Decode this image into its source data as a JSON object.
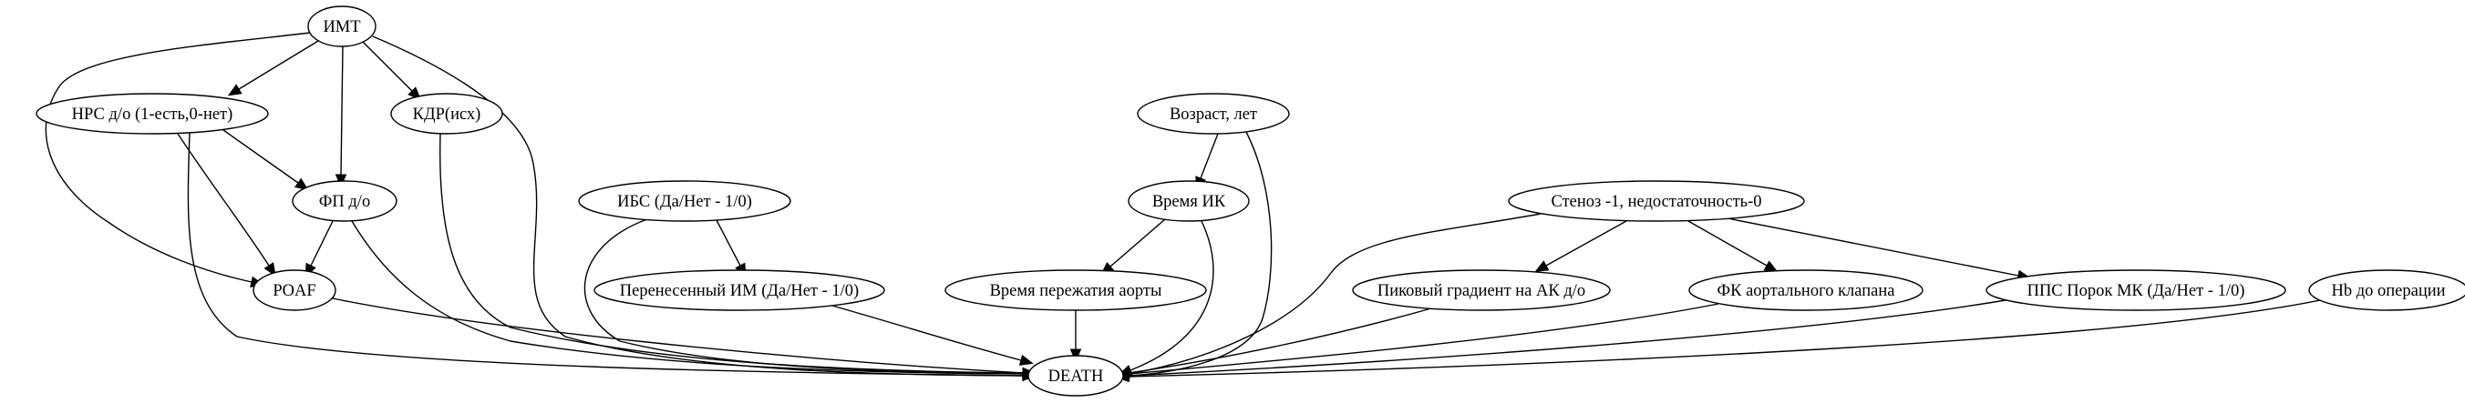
{
  "graph": {
    "nodes": [
      {
        "id": "imt",
        "label": "ИМТ"
      },
      {
        "id": "nrs",
        "label": "НРС д/о  (1-есть,0-нет)"
      },
      {
        "id": "kdr",
        "label": "КДР(исх)"
      },
      {
        "id": "fp",
        "label": "ФП д/о"
      },
      {
        "id": "poaf",
        "label": "POAF"
      },
      {
        "id": "ibs",
        "label": "ИБС (Да/Нет - 1/0)"
      },
      {
        "id": "im",
        "label": "Перенесенный ИМ (Да/Нет - 1/0)"
      },
      {
        "id": "age",
        "label": "Возраст, лет"
      },
      {
        "id": "ik",
        "label": "Время ИК"
      },
      {
        "id": "clamp",
        "label": "Время пережатия аорты"
      },
      {
        "id": "stenosis",
        "label": "Стеноз -1, недостаточность-0"
      },
      {
        "id": "grad",
        "label": "Пиковый градиент на АК д/о"
      },
      {
        "id": "fk",
        "label": "ФК аортального клапана"
      },
      {
        "id": "pps",
        "label": "ППС Порок МК (Да/Нет - 1/0)"
      },
      {
        "id": "hb",
        "label": "Hb до операции"
      },
      {
        "id": "death",
        "label": "DEATH"
      }
    ],
    "edges": [
      {
        "from": "imt",
        "to": "nrs"
      },
      {
        "from": "imt",
        "to": "kdr"
      },
      {
        "from": "imt",
        "to": "fp"
      },
      {
        "from": "imt",
        "to": "poaf"
      },
      {
        "from": "imt",
        "to": "death"
      },
      {
        "from": "nrs",
        "to": "fp"
      },
      {
        "from": "nrs",
        "to": "poaf"
      },
      {
        "from": "nrs",
        "to": "death"
      },
      {
        "from": "fp",
        "to": "poaf"
      },
      {
        "from": "fp",
        "to": "death"
      },
      {
        "from": "kdr",
        "to": "death"
      },
      {
        "from": "poaf",
        "to": "death"
      },
      {
        "from": "ibs",
        "to": "im"
      },
      {
        "from": "ibs",
        "to": "death"
      },
      {
        "from": "im",
        "to": "death"
      },
      {
        "from": "age",
        "to": "ik"
      },
      {
        "from": "age",
        "to": "death"
      },
      {
        "from": "ik",
        "to": "clamp"
      },
      {
        "from": "ik",
        "to": "death"
      },
      {
        "from": "clamp",
        "to": "death"
      },
      {
        "from": "stenosis",
        "to": "grad"
      },
      {
        "from": "stenosis",
        "to": "fk"
      },
      {
        "from": "stenosis",
        "to": "pps"
      },
      {
        "from": "stenosis",
        "to": "death"
      },
      {
        "from": "grad",
        "to": "death"
      },
      {
        "from": "fk",
        "to": "death"
      },
      {
        "from": "pps",
        "to": "death"
      },
      {
        "from": "hb",
        "to": "death"
      }
    ]
  }
}
